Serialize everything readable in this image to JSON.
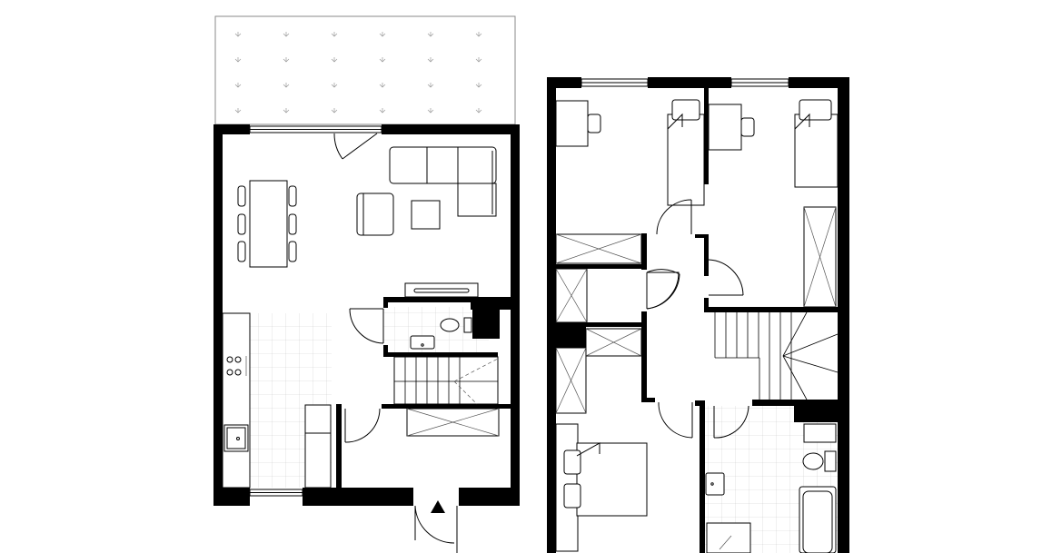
{
  "colors": {
    "wall": "#000000",
    "background": "#ffffff",
    "tile_grid": "#cccccc",
    "terrace_outline": "#888888"
  },
  "floors": [
    {
      "id": "ground-floor",
      "rooms": [
        "terrace",
        "living-dining",
        "kitchen",
        "wc",
        "staircase",
        "entrance-hall"
      ]
    },
    {
      "id": "upper-floor",
      "rooms": [
        "bedroom",
        "bedroom",
        "bedroom",
        "hallway",
        "staircase",
        "bathroom"
      ]
    }
  ],
  "icons": {
    "entrance_marker": "triangle-up"
  }
}
